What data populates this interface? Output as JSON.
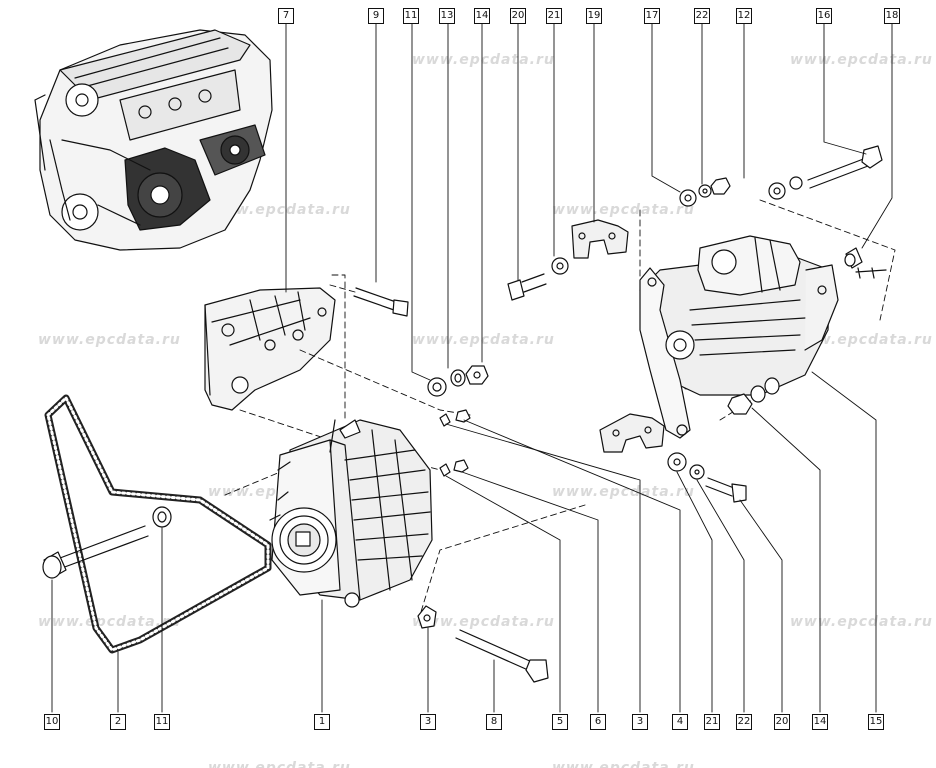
{
  "watermark": "www.epcdata.ru",
  "callouts_top": [
    "7",
    "9",
    "11",
    "13",
    "14",
    "20",
    "21",
    "19",
    "17",
    "22",
    "12",
    "16",
    "18"
  ],
  "callouts_bottom": [
    "10",
    "2",
    "11",
    "1",
    "3",
    "8",
    "5",
    "6",
    "3",
    "4",
    "21",
    "22",
    "20",
    "14",
    "15"
  ]
}
